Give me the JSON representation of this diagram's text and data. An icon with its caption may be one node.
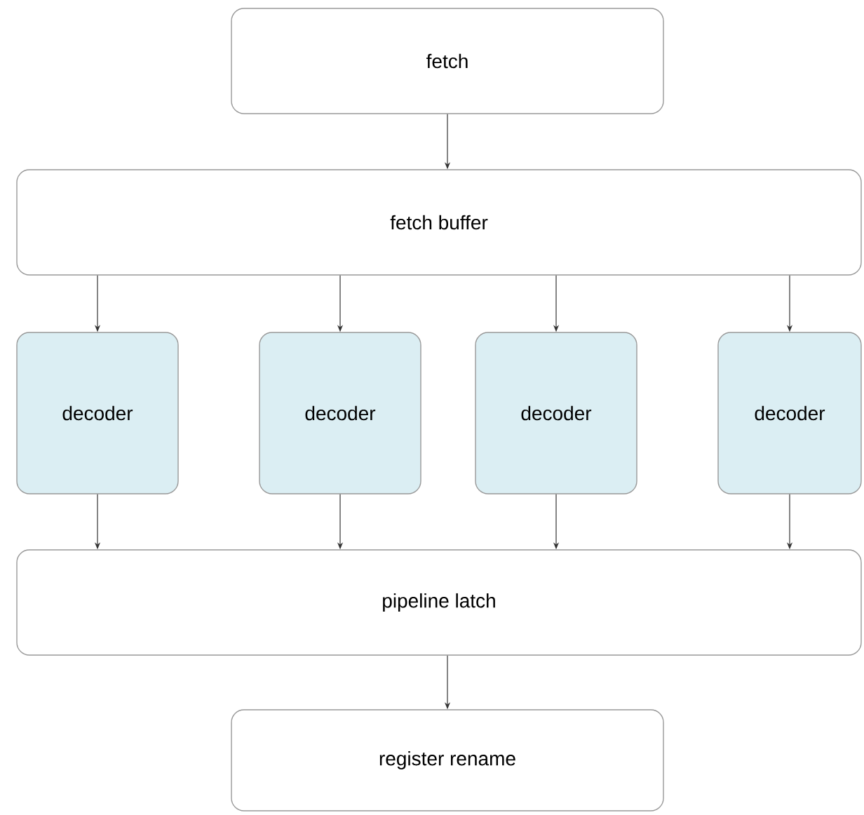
{
  "diagram": {
    "nodes": [
      {
        "text": [
          "fetch"
        ]
      },
      {
        "text": [
          "fetch buffer"
        ]
      },
      {
        "text": [
          "decoder"
        ]
      },
      {
        "text": [
          "decoder"
        ]
      },
      {
        "text": [
          "decoder"
        ]
      },
      {
        "text": [
          "decoder"
        ]
      },
      {
        "text": [
          "pipeline latch"
        ]
      },
      {
        "text": [
          "register rename"
        ]
      }
    ],
    "edges": [
      {
        "from": 0,
        "to": 1,
        "arrow": "to"
      },
      {
        "from": 1,
        "to": 2,
        "arrow": "to"
      },
      {
        "from": 1,
        "to": 3,
        "arrow": "to"
      },
      {
        "from": 1,
        "to": 4,
        "arrow": "to"
      },
      {
        "from": 1,
        "to": 5,
        "arrow": "to"
      },
      {
        "from": 2,
        "to": 6,
        "arrow": "to"
      },
      {
        "from": 3,
        "to": 6,
        "arrow": "to"
      },
      {
        "from": 4,
        "to": 6,
        "arrow": "to"
      },
      {
        "from": 5,
        "to": 6,
        "arrow": "to"
      },
      {
        "from": 6,
        "to": 7,
        "arrow": "to"
      }
    ]
  }
}
